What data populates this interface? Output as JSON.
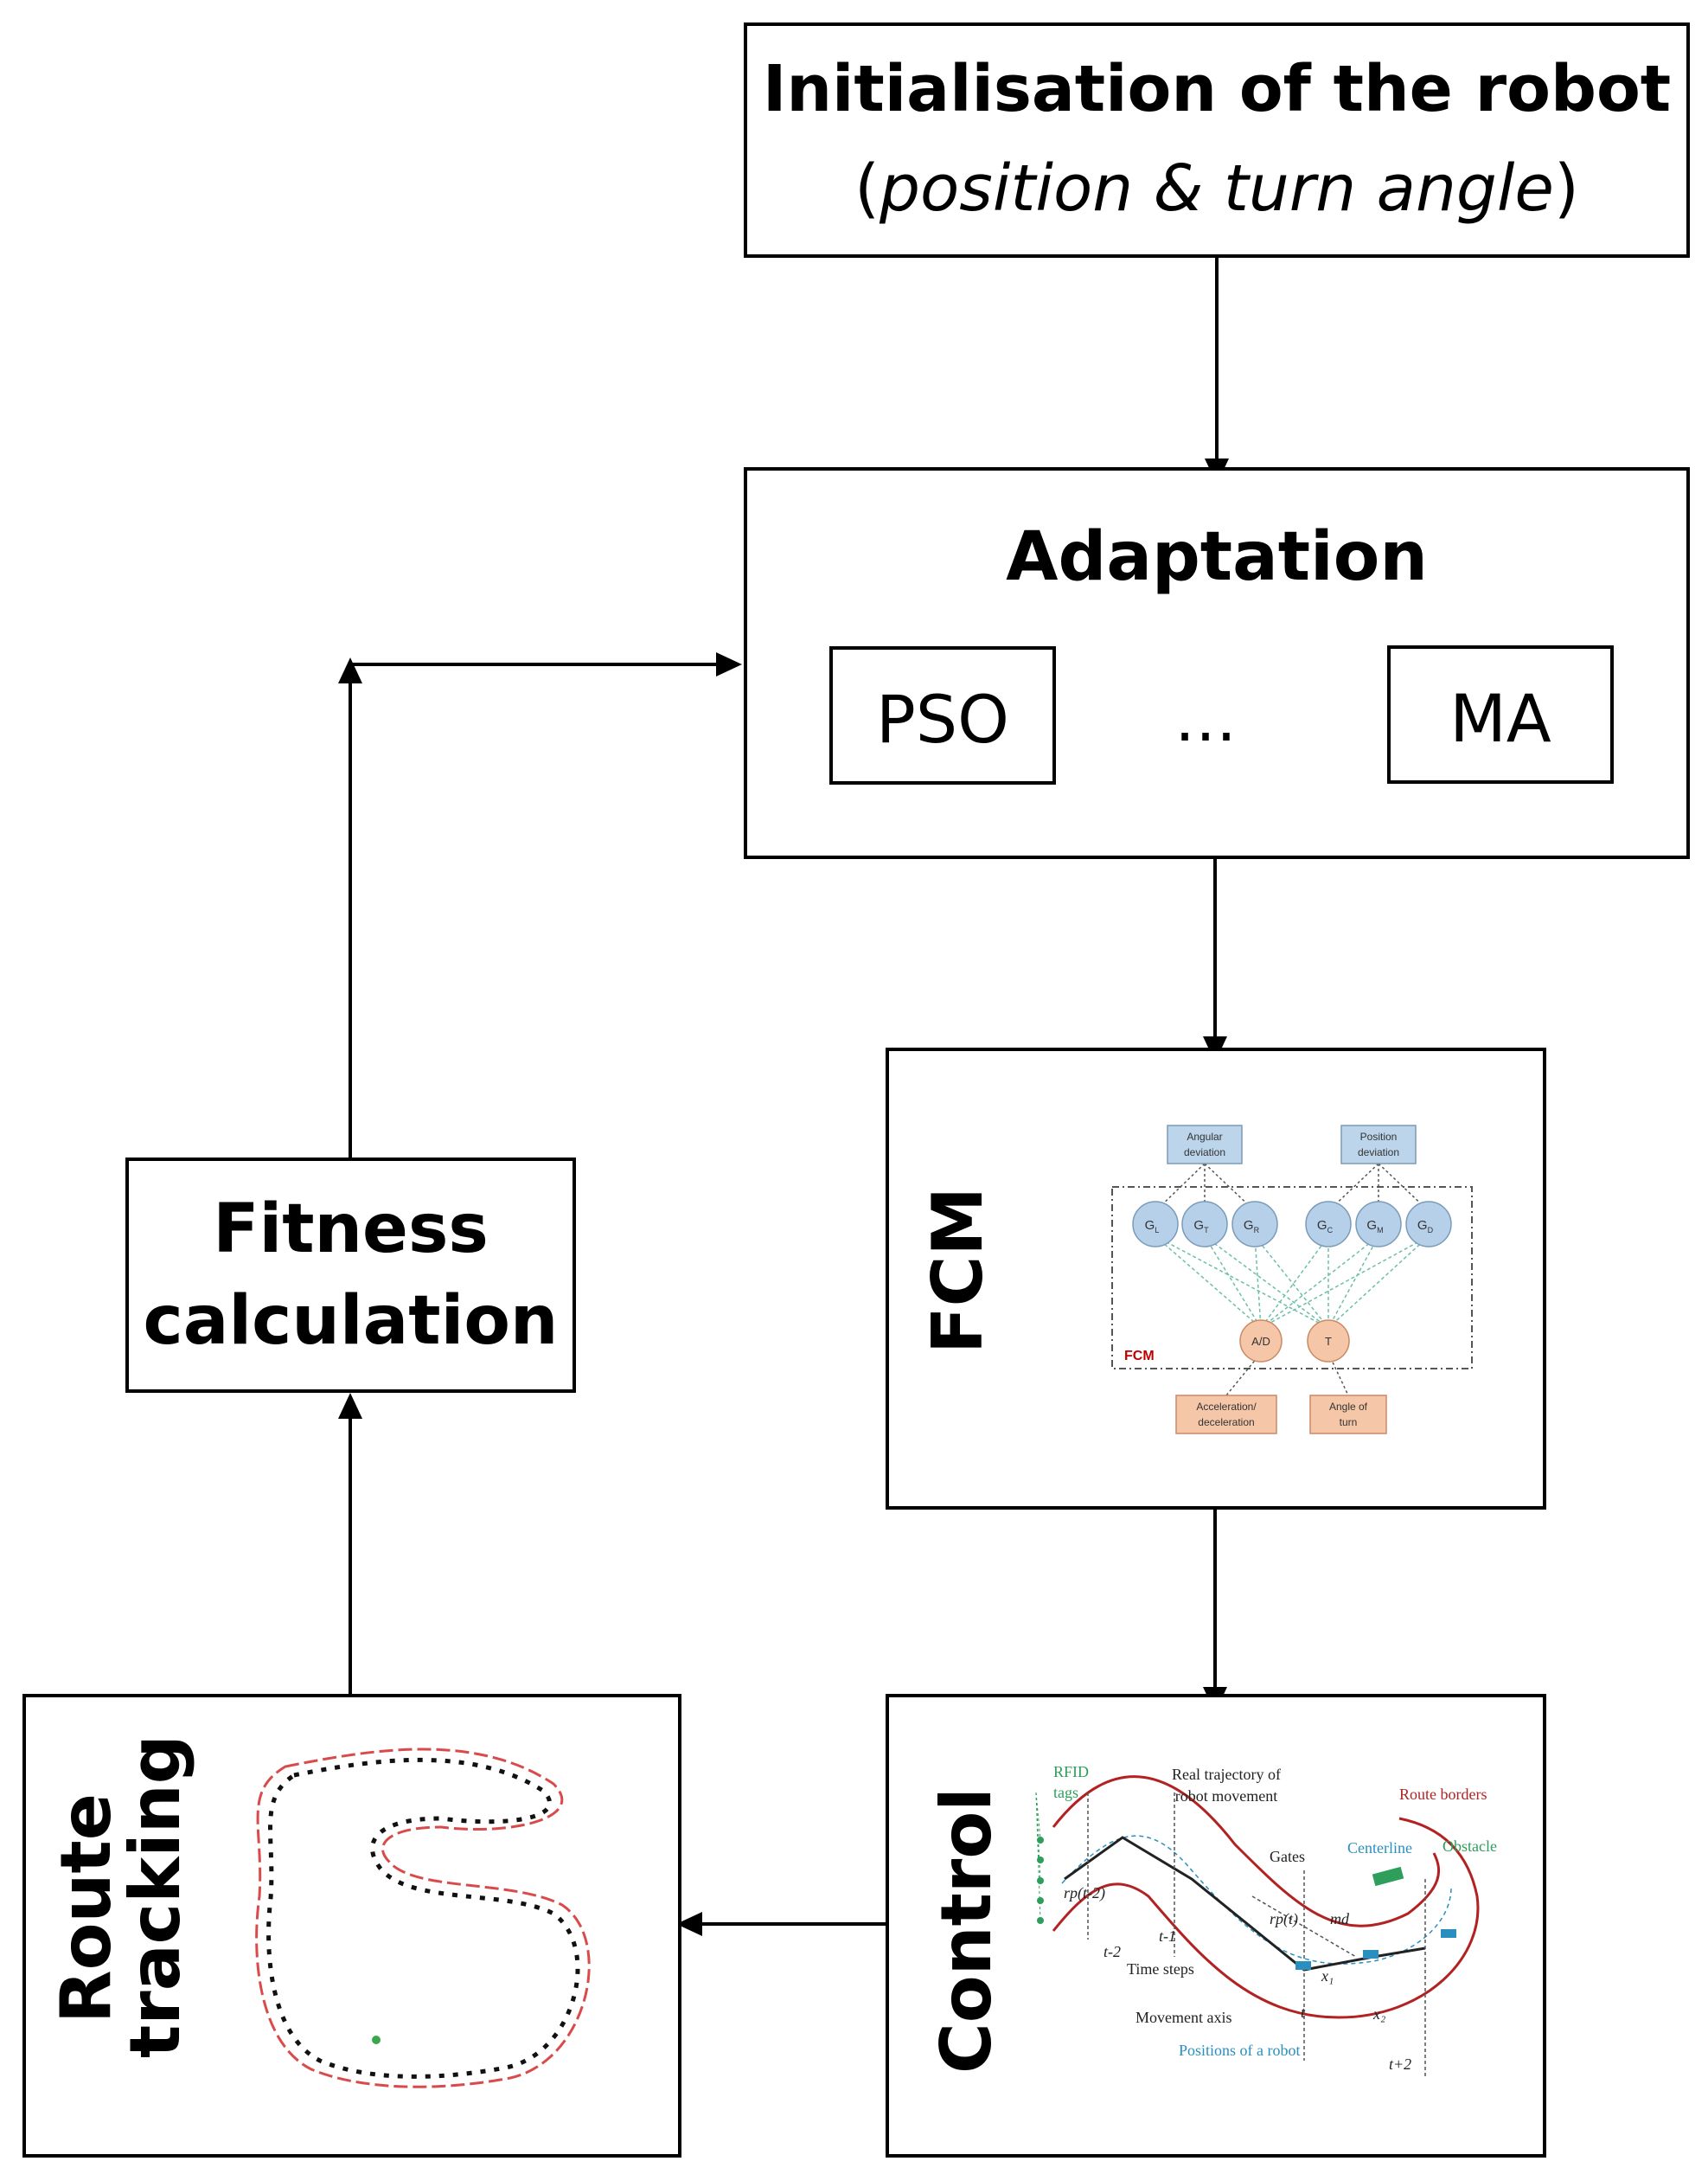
{
  "init": {
    "title": "Initialisation of the robot",
    "open_paren": "(",
    "subtitle": "position & turn angle",
    "close_paren": ")"
  },
  "adaptation": {
    "title": "Adaptation",
    "algo_left": "PSO",
    "ellipsis": "…",
    "algo_right": "MA"
  },
  "fitness": {
    "line1": "Fitness",
    "line2": "calculation"
  },
  "fcm": {
    "label": "FCM",
    "inputs": [
      "Angular deviation",
      "Position deviation"
    ],
    "nodes": [
      {
        "base": "G",
        "sub": "L"
      },
      {
        "base": "G",
        "sub": "T"
      },
      {
        "base": "G",
        "sub": "R"
      },
      {
        "base": "G",
        "sub": "C"
      },
      {
        "base": "G",
        "sub": "M"
      },
      {
        "base": "G",
        "sub": "D"
      }
    ],
    "outputs": [
      "A/D",
      "T"
    ],
    "output_labels": [
      "Acceleration/ deceleration",
      "Angle of turn"
    ],
    "inner_label": "FCM",
    "colors": {
      "input_fill": "#bcd5ea",
      "node_fill": "#b7d0ea",
      "output_fill": "#f6c6a8",
      "inner_label": "#c00000"
    }
  },
  "control": {
    "label": "Control",
    "annotations": {
      "rfid": "RFID tags",
      "real_traj": "Real trajectory of robot movement",
      "route_borders": "Route borders",
      "gates": "Gates",
      "centerline": "Centerline",
      "obstacle": "Obstacle",
      "rp_t2": "rp(t-2)",
      "rp_t": "rp(t)",
      "md": "md",
      "t_minus_1": "t-1",
      "t_minus_2": "t-2",
      "time_steps": "Time steps",
      "movement_axis": "Movement axis",
      "positions": "Positions of a robot",
      "t": "t",
      "t_plus_2": "t+2",
      "x1": "x₁",
      "x2": "x₂"
    },
    "colors": {
      "rfid": "#2e9e5b",
      "route_borders": "#b22222",
      "centerline": "#2a8fbf",
      "obstacle": "#2e9e5b",
      "positions": "#2a8fbf"
    }
  },
  "route": {
    "line1": "Route",
    "line2": "tracking"
  }
}
